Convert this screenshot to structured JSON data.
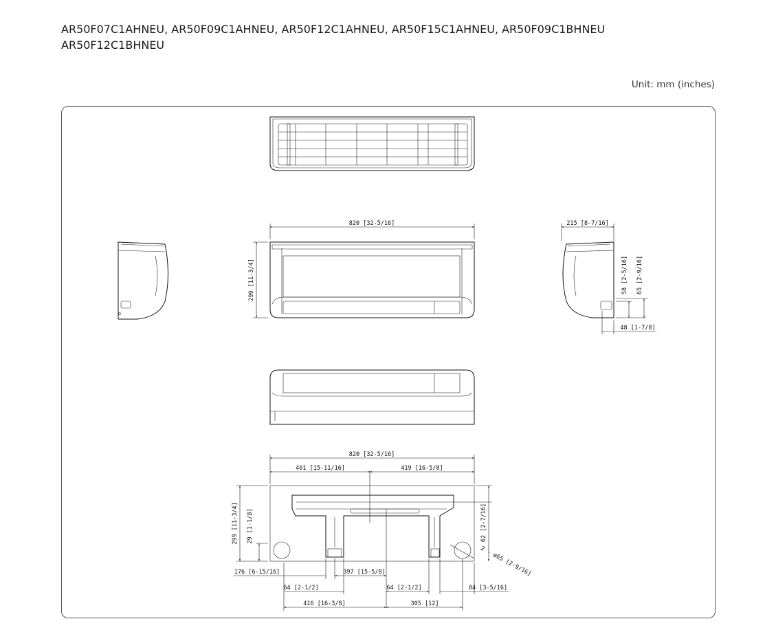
{
  "header": {
    "models_line1": "AR50F07C1AHNEU, AR50F09C1AHNEU, AR50F12C1AHNEU, AR50F15C1AHNEU, AR50F09C1BHNEU",
    "models_line2": "AR50F12C1BHNEU",
    "unit": "Unit: mm (inches)"
  },
  "dimensions": {
    "front_width": "820 [32-5/16]",
    "front_height": "299 [11-3/4]",
    "side_depth": "215 [8-7/16]",
    "side_58": "58 [2-5/16]",
    "side_65": "65 [2-9/16]",
    "side_48": "48 [1-7/8]",
    "bracket_width": "820 [32-5/16]",
    "bracket_401": "401 [15-11/16]",
    "bracket_419": "419 [16-5/8]",
    "bracket_height": "299 [11-3/4]",
    "bracket_29": "29 [1-1/8]",
    "bracket_62": "62 [2-7/16]",
    "bracket_hole": "2 - ø65 [2-9/16]",
    "bracket_176": "176 [6-15/16]",
    "bracket_397": "397 [15-5/8]",
    "bracket_64_left": "64 [2-1/2]",
    "bracket_64_right": "64 [2-1/2]",
    "bracket_84": "84 [3-5/16]",
    "bracket_416": "416 [16-3/8]",
    "bracket_305": "305 [12]"
  }
}
